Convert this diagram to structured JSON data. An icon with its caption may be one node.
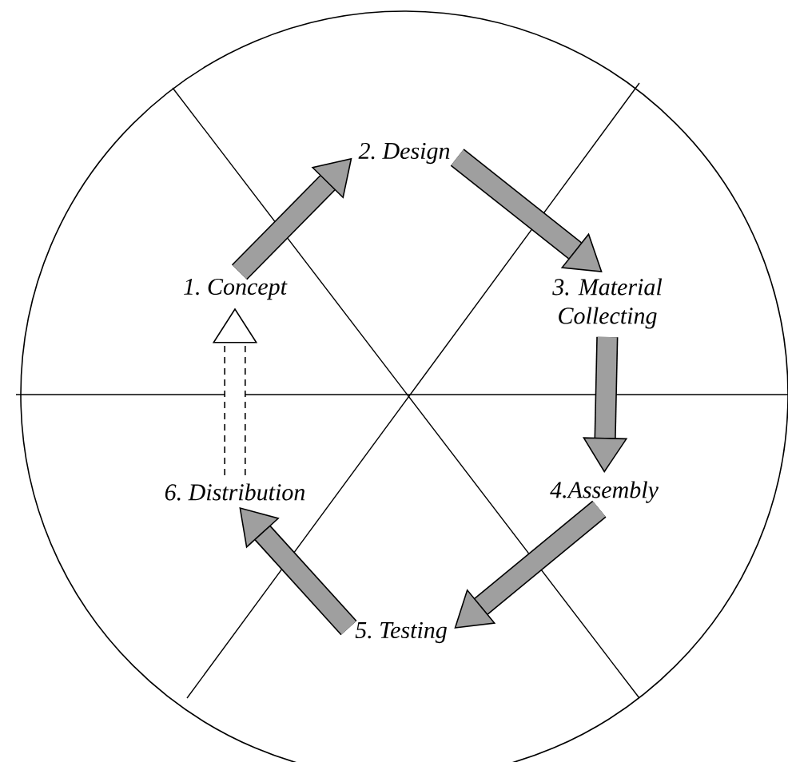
{
  "diagram": {
    "nodes": [
      {
        "text": [
          "1. Concept"
        ]
      },
      {
        "text": [
          "2. Design"
        ]
      },
      {
        "text": [
          "3. Material Collecting"
        ]
      },
      {
        "text": [
          "4.Assembly"
        ]
      },
      {
        "text": [
          "5. Testing"
        ]
      },
      {
        "text": [
          "6. Distribution"
        ]
      }
    ],
    "edges": [
      {
        "from": 0,
        "to": 1,
        "arrow": "to"
      },
      {
        "from": 1,
        "to": 2,
        "arrow": "to"
      },
      {
        "from": 2,
        "to": 3,
        "arrow": "to"
      },
      {
        "from": 3,
        "to": 4,
        "arrow": "to"
      },
      {
        "from": 4,
        "to": 5,
        "arrow": "to"
      },
      {
        "from": 5,
        "to": 0,
        "arrow": "to",
        "style": "dashed"
      }
    ]
  }
}
